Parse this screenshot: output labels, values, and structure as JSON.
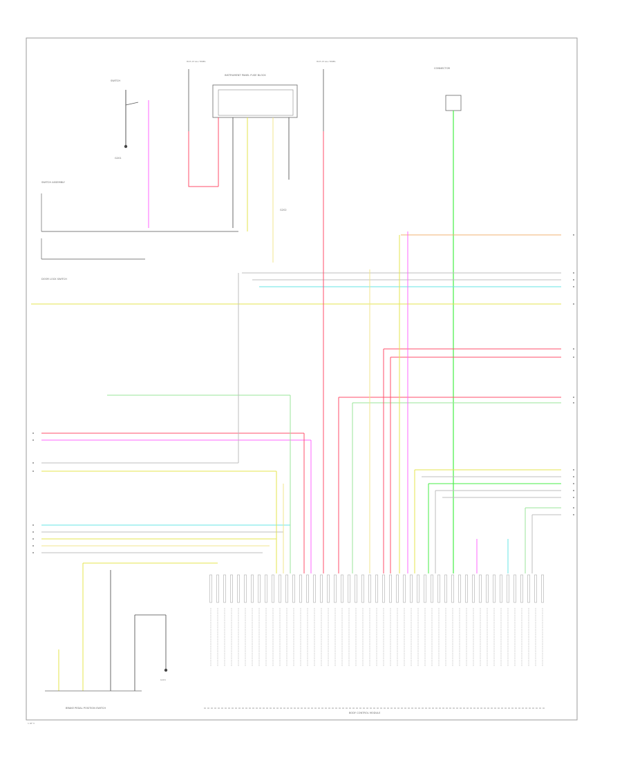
{
  "diagram": {
    "bottom_module_label": "BODY CONTROL MODULE",
    "left_switch_label": "BRAKE PEDAL POSITION SWITCH",
    "inst_panel_fuse_block": "INSTRUMENT PANEL FUSE BLOCK",
    "hot_at_all_times": "HOT AT ALL TIMES",
    "g101": "G101",
    "g201": "G201",
    "g202": "G202",
    "page_ref": "1 OF 3",
    "colors": {
      "red": "#ff4d6a",
      "pink": "#ff66ff",
      "yellow": "#e6e64d",
      "light_yellow": "#f0e68c",
      "green": "#44ee44",
      "light_green": "#99e699",
      "cyan": "#66e6e6",
      "gray": "#bdbdbd",
      "orange": "#f0b070",
      "black": "#444444"
    }
  }
}
